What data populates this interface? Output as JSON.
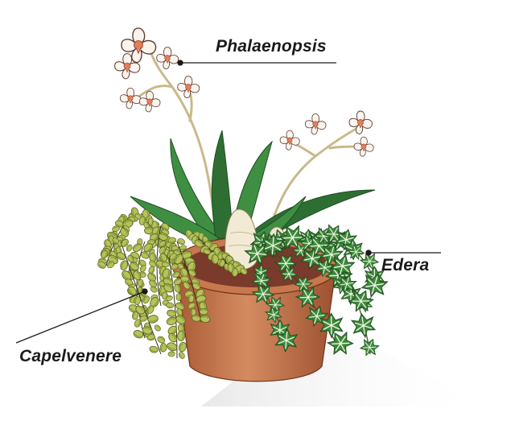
{
  "labels": {
    "phalaenopsis": "Phalaenopsis",
    "edera": "Edera",
    "capelvenere": "Capelvenere"
  },
  "colors": {
    "pot": "#c8784e",
    "pot_shadow": "#a85a35",
    "soil": "#7a3a2c",
    "orchid_leaf": "#3f8f43",
    "orchid_leaf_dark": "#2e6e33",
    "stem": "#c9b98a",
    "flower_petal": "#fbf3ee",
    "flower_center": "#e77c5a",
    "ivy_leaf": "#3e8a3a",
    "ivy_vein": "#eef5e6",
    "fern_leaf": "#b6c25a",
    "fern_dark": "#6b7a2a",
    "egg": "#f2ead5",
    "leader_line": "#1a1a1a"
  },
  "icons": {
    "leader_dot": "leader-dot-icon"
  }
}
